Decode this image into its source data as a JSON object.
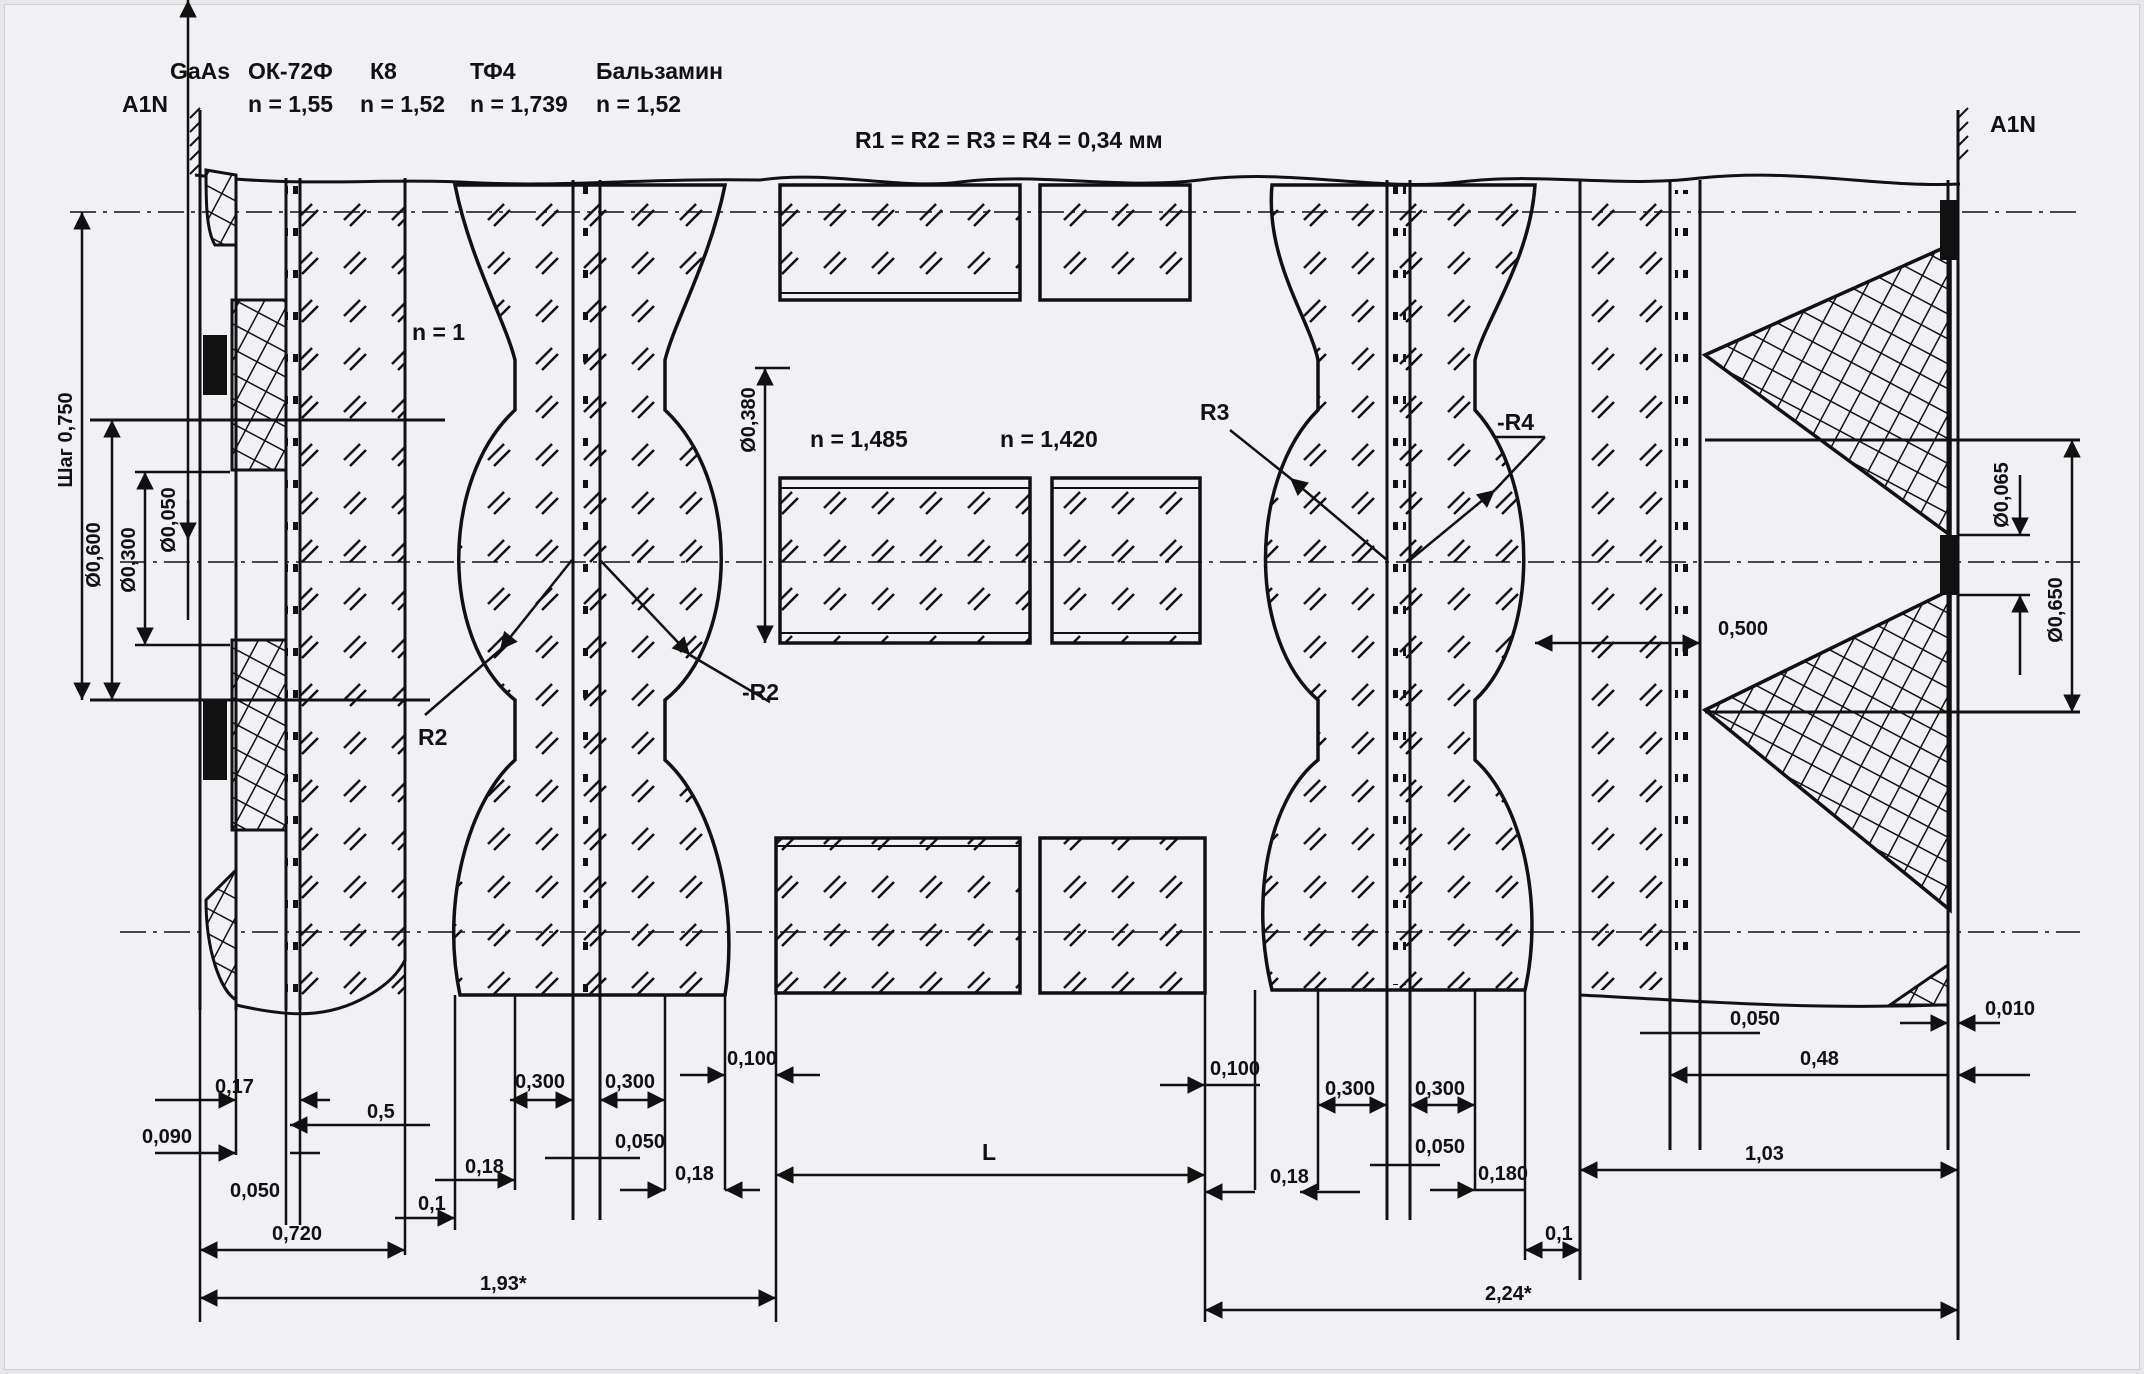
{
  "materials": {
    "gaas": "GaAs",
    "ok72f": "ОК-72Ф",
    "ok72f_n": "n = 1,55",
    "k8": "К8",
    "k8_n": "n = 1,52",
    "tf4": "ТФ4",
    "tf4_n": "n = 1,739",
    "balsam": "Бальзамин",
    "balsam_n": "n = 1,52",
    "a1n_left": "A1N",
    "a1n_right": "A1N",
    "n_air": "n = 1",
    "fiber_core_n": "n = 1,485",
    "fiber_clad_n": "n = 1,420"
  },
  "radii_note": "R1 = R2 = R3 = R4 = 0,34 мм",
  "radius_labels": {
    "r2": "R2",
    "neg_r2": "-R2",
    "r3": "R3",
    "neg_r4": "-R4"
  },
  "vertical_dims": {
    "pitch": "Шаг 0,750",
    "d0600": "Ø0,600",
    "d0300": "Ø0,300",
    "d0050": "Ø0,050",
    "d0380": "Ø0,380",
    "d0065": "Ø0,065",
    "d0650": "Ø0,650"
  },
  "horizontal_dims": {
    "d017": "0,17",
    "d05": "0,5",
    "d0090": "0,090",
    "d0050a": "0,050",
    "d0720": "0,720",
    "d01a": "0,1",
    "d018a": "0,18",
    "d0300a": "0,300",
    "d0300b": "0,300",
    "d0050b": "0,050",
    "d018b": "0,18",
    "d0100a": "0,100",
    "d193": "1,93*",
    "dL": "L",
    "d0100b": "0,100",
    "d0300c": "0,300",
    "d0300d": "0,300",
    "d018c": "0,18",
    "d0050c": "0,050",
    "d0180": "0,180",
    "d01b": "0,1",
    "d224": "2,24*",
    "d0500": "0,500",
    "d0050d": "0,050",
    "d0010": "0,010",
    "d048": "0,48",
    "d103": "1,03"
  }
}
